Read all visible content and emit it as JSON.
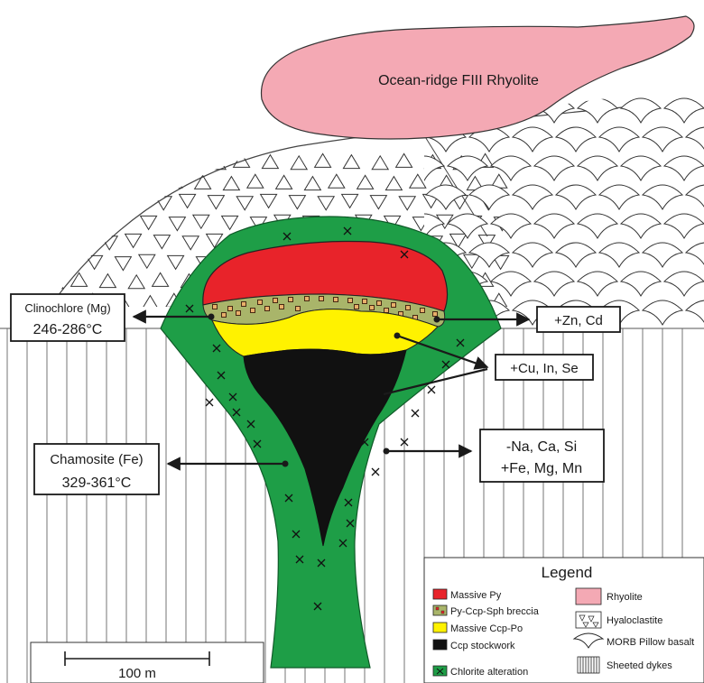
{
  "labels": {
    "rhyolite_title": "Ocean-ridge FIII Rhyolite",
    "clinochlore_name": "Clinochlore (Mg)",
    "clinochlore_temp": "246-286°C",
    "chamosite_name": "Chamosite (Fe)",
    "chamosite_temp": "329-361°C",
    "zn_cd": "+Zn, Cd",
    "cu_in_se": "+Cu, In, Se",
    "depletion": "-Na, Ca, Si",
    "enrichment": "+Fe, Mg, Mn",
    "scale_bar": "100 m"
  },
  "legend": {
    "title": "Legend",
    "items": [
      {
        "label": "Massive Py",
        "color": "#e8232a"
      },
      {
        "label": "Py-Ccp-Sph breccia",
        "color": "#a9b56a"
      },
      {
        "label": "Massive Ccp-Po",
        "color": "#fff200"
      },
      {
        "label": "Ccp stockwork",
        "color": "#111111"
      },
      {
        "label": "Chlorite alteration",
        "color": "#1e9e47"
      },
      {
        "label": "Rhyolite",
        "color": "#f4a9b4"
      },
      {
        "label": "Hyaloclastite",
        "color": "#ffffff"
      },
      {
        "label": "MORB Pillow basalt",
        "color": "#ffffff"
      },
      {
        "label": "Sheeted dykes",
        "color": "#ffffff"
      }
    ]
  },
  "colors": {
    "chlorite_green": "#1e9e47",
    "massive_py_red": "#e8232a",
    "breccia_olive": "#a9b56a",
    "ccp_po_yellow": "#fff200",
    "stockwork_black": "#111111",
    "rhyolite_pink": "#f4a9b4"
  }
}
